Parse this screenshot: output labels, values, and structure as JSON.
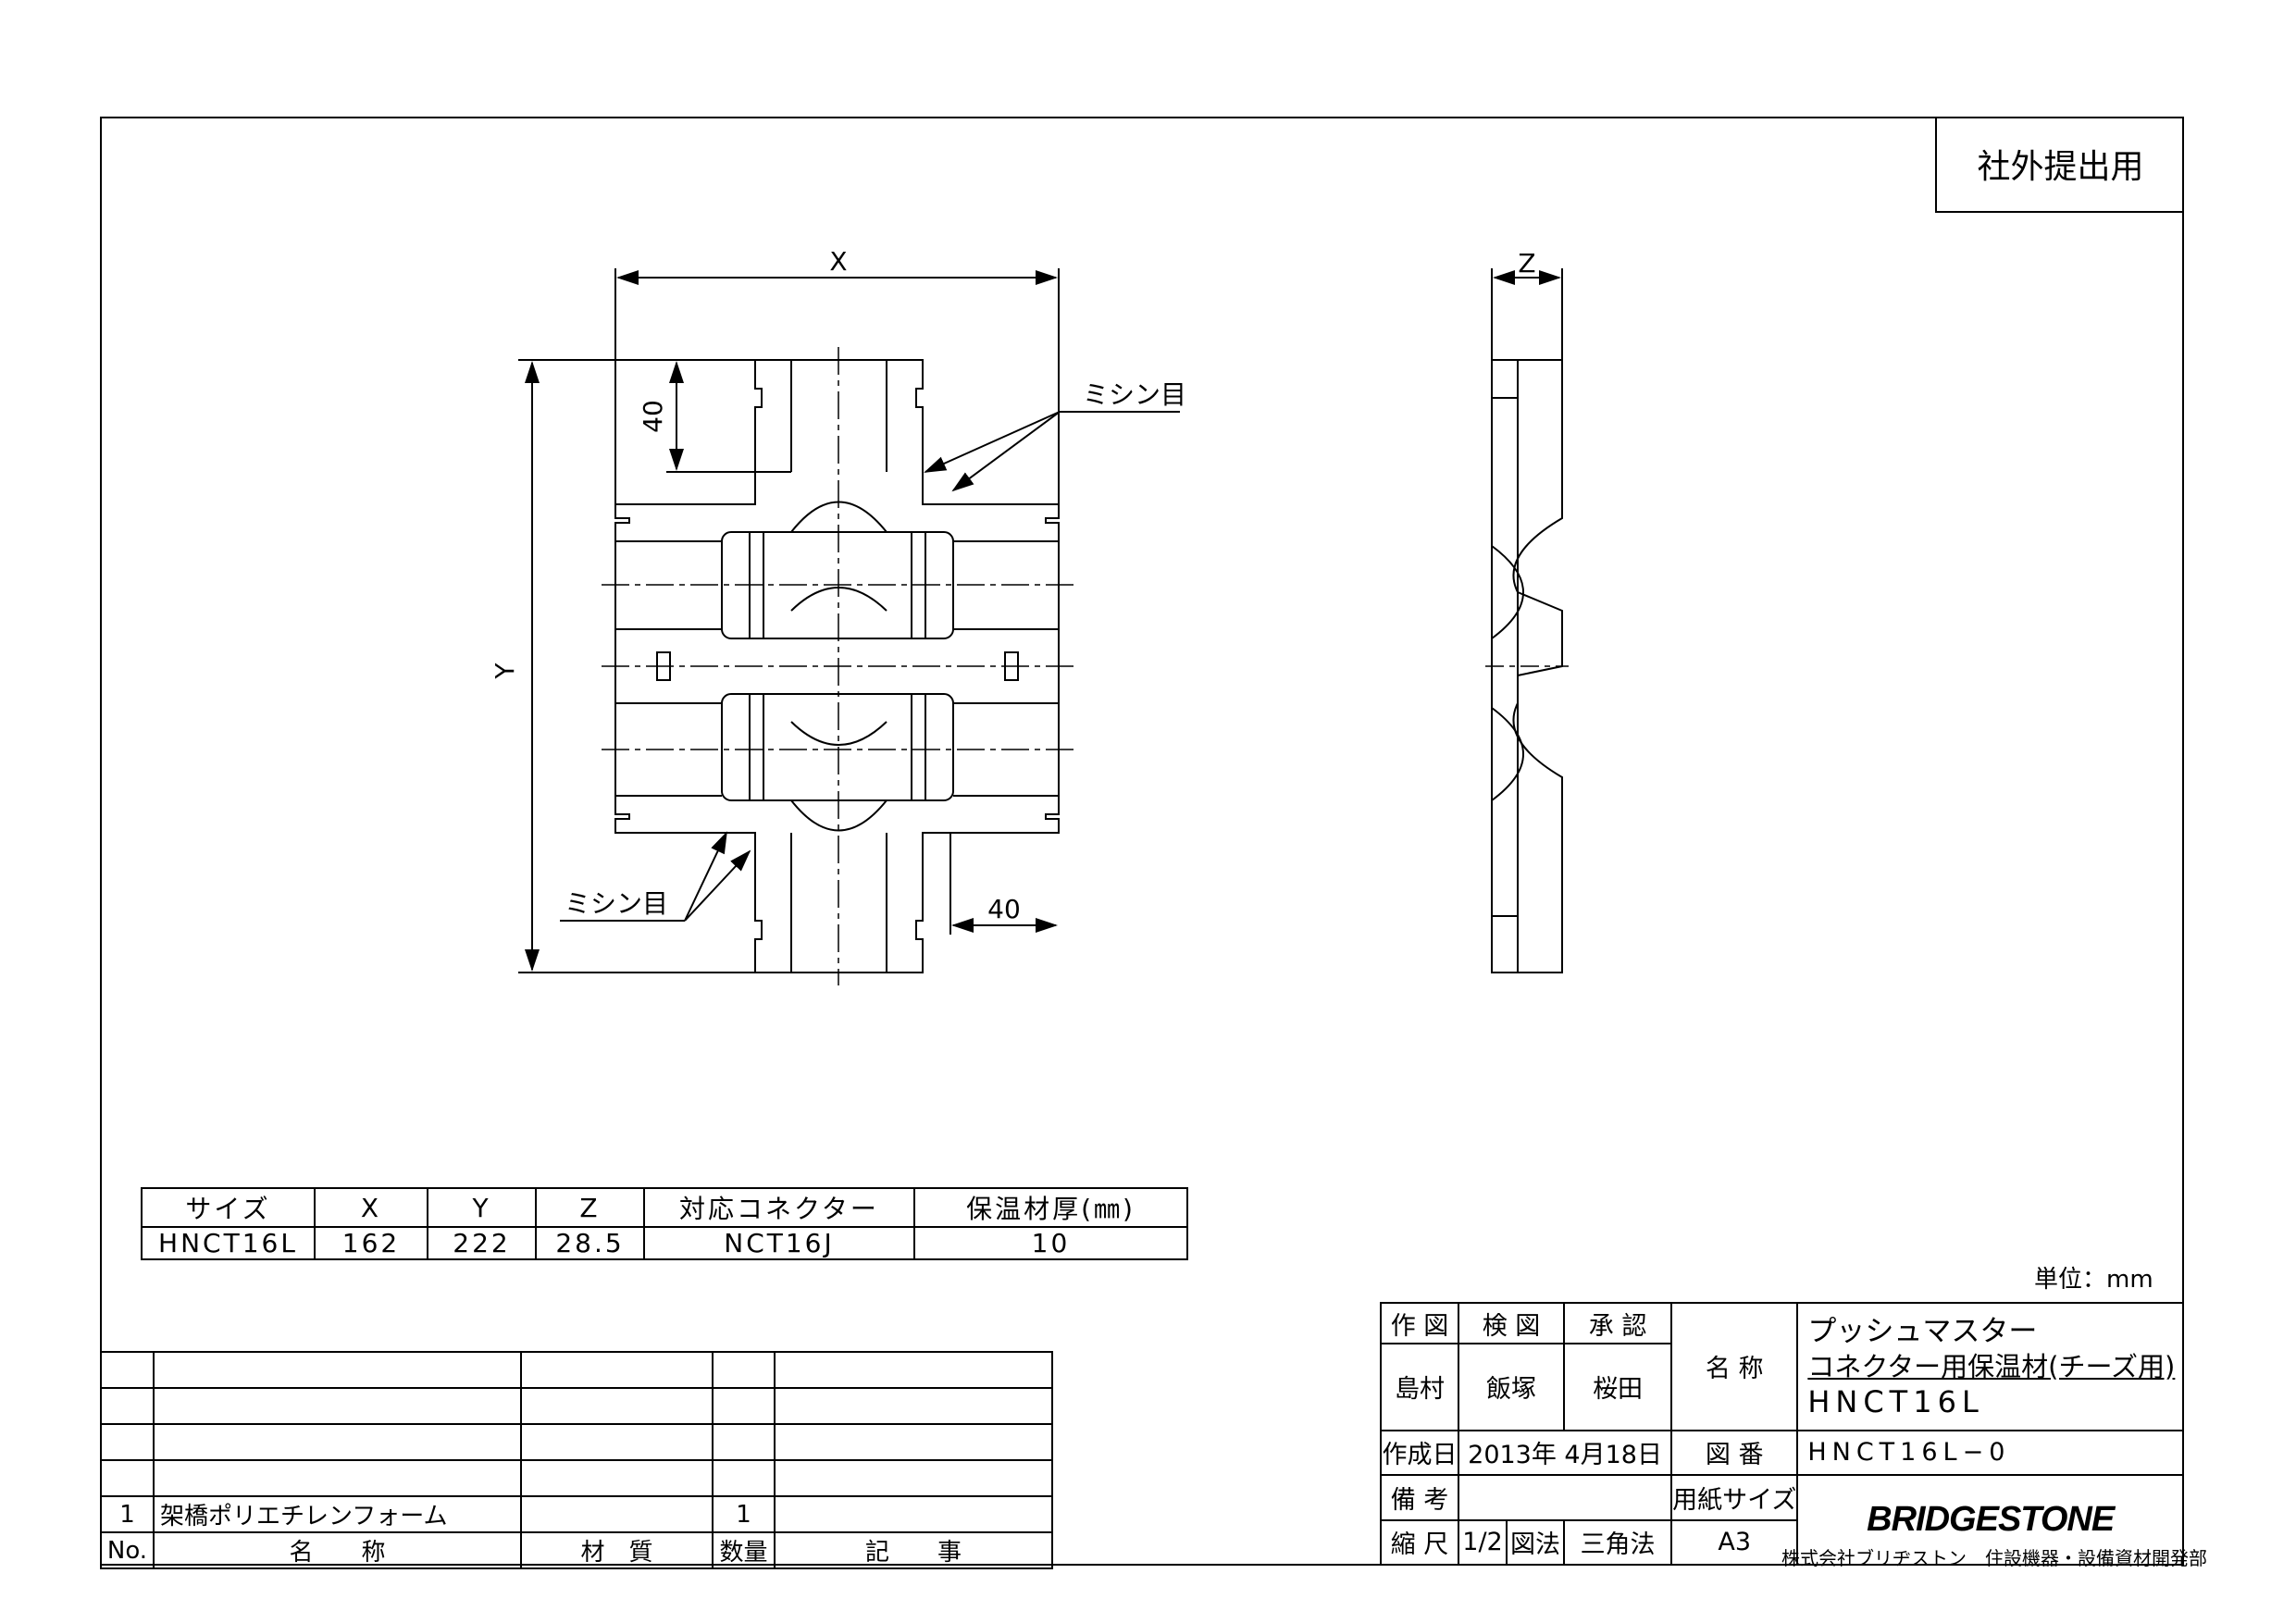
{
  "stamp": "社外提出用",
  "labels": {
    "x": "X",
    "y": "Y",
    "z": "Z",
    "dim_40_top": "40",
    "dim_40_bottom": "40",
    "perforation_top": "ミシン目",
    "perforation_bottom": "ミシン目"
  },
  "spec_table": {
    "headers": [
      "サイズ",
      "X",
      "Y",
      "Z",
      "対応コネクター",
      "保温材厚(㎜)"
    ],
    "row": [
      "HNCT16L",
      "162",
      "222",
      "28.5",
      "NCT16J",
      "10"
    ]
  },
  "unit_label": "単位：mm",
  "parts_table": {
    "rows": [
      {
        "no": "",
        "name": "",
        "material": "",
        "qty": "",
        "note": ""
      },
      {
        "no": "",
        "name": "",
        "material": "",
        "qty": "",
        "note": ""
      },
      {
        "no": "",
        "name": "",
        "material": "",
        "qty": "",
        "note": ""
      },
      {
        "no": "",
        "name": "",
        "material": "",
        "qty": "",
        "note": ""
      },
      {
        "no": "1",
        "name": "架橋ポリエチレンフォーム",
        "material": "",
        "qty": "1",
        "note": ""
      }
    ],
    "header": {
      "no": "No.",
      "name": "名　　称",
      "material": "材　質",
      "qty": "数量",
      "note": "記　　事"
    }
  },
  "title_block": {
    "drawn_label": "作 図",
    "checked_label": "検 図",
    "approved_label": "承 認",
    "drawn": "島村",
    "checked": "飯塚",
    "approved": "桜田",
    "name_label": "名 称",
    "product_line1": "プッシュマスター",
    "product_line2": "コネクター用保温材(チーズ用)",
    "product_code": "HNCT16L",
    "date_label": "作成日",
    "date": "2013年 4月18日",
    "drawing_no_label": "図 番",
    "drawing_no": "HNCT16L−0",
    "remarks_label": "備 考",
    "remarks": "",
    "paper_label": "用紙サイズ",
    "scale_label": "縮 尺",
    "scale": "1/2",
    "method_label": "図法",
    "method": "三角法",
    "paper_size": "A3",
    "brand": "BRIDGESTONE",
    "company": "株式会社ブリヂストン　住設機器・設備資材開発部"
  }
}
